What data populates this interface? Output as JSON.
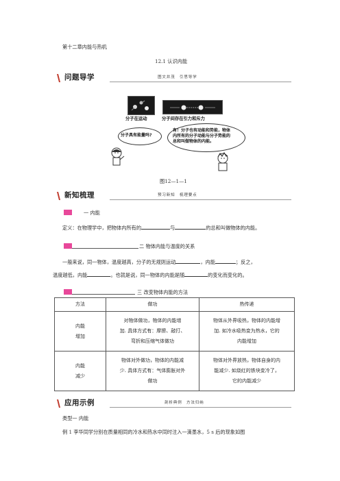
{
  "chapter_title": "第十二章内能与热机",
  "section_title": "12.1 认识内能",
  "sec1": {
    "title": "问题导学",
    "tag": "图文并茂　引思导学"
  },
  "figure": {
    "label_left": "分子在运动",
    "label_right": "分子间存在引力和斥力",
    "bubble_left": "分子具有能量吗?",
    "bubble_right_l1": "有！分子也有动能和势能，物体",
    "bubble_right_l2": "内所有的分子动能与分子势能的",
    "bubble_right_l3": "总和叫做物体的内能。",
    "caption": "图12—1—1"
  },
  "sec2": {
    "title": "新知梳理",
    "tag": "预习新知　梳理要点"
  },
  "part1": {
    "title": "一 内能",
    "def_a": "定义：在物理学中，把物体内所有的",
    "def_b": "与",
    "def_c": "的总和叫做物体的内能。"
  },
  "part2": {
    "title": "二 物体内能与温度的关系",
    "l1_a": "一般来说，同一物体，温度越高，分子的无规则运动",
    "l1_b": "，内能",
    "l1_c": "；反之，",
    "l2_a": "温度越低，内能",
    "l2_b": "。也就是说，同一物体的内能是随",
    "l2_c": "的变化而变化的。"
  },
  "part3": {
    "title": "三 改变物体内能的方法"
  },
  "table": {
    "headers": [
      "方法",
      "做功",
      "热传递"
    ],
    "rows": [
      {
        "label_l1": "内能",
        "label_l2": "增加",
        "work": [
          "对物体做功，物体的内能增",
          "加. 具体方式有：摩擦、敲打、",
          "弯折和压缩气体做功"
        ],
        "heat": [
          "物体从外界吸热，物体的内能增",
          "加. 如冷水吸热变为热水，它的",
          "内能增加"
        ]
      },
      {
        "label_l1": "内能",
        "label_l2": "减少",
        "work": [
          "物体对外做功，物体的内能减",
          "少. 具体方式有：气体膨胀对外",
          "做功"
        ],
        "heat": [
          "物体对外界放热，物体自身的内",
          "能减少. 如烧红的铁块变冷了，",
          "它的内能减少"
        ]
      }
    ]
  },
  "sec3": {
    "title": "应用示例",
    "tag": "剖析典例　方法归纳"
  },
  "type1": "类型一 内能",
  "example1": "例 1  李华同学分别在质量相同的冷水和热水中同时注入一滴墨水，5 s 后的现象如图",
  "colors": {
    "accent_pink": "#e8489a",
    "marker": "#c0392b"
  }
}
